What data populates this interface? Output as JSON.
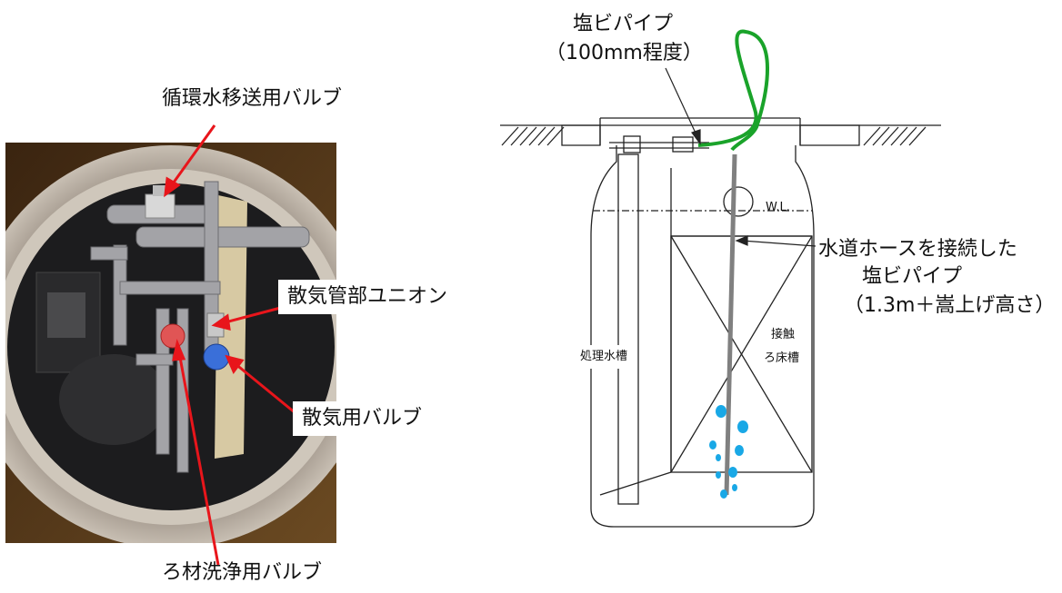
{
  "photo_labels": {
    "circulation_valve": "循環水移送用バルブ",
    "diffuser_union": "散気管部ユニオン",
    "aeration_valve": "散気用バルブ",
    "media_wash_valve": "ろ材洗浄用バルブ"
  },
  "diagram_labels": {
    "pvc_pipe_short": "塩ビパイプ",
    "pvc_pipe_short_size": "（100mm程度）",
    "hose_pipe_line1": "水道ホースを接続した",
    "hose_pipe_line2": "塩ビパイプ",
    "hose_pipe_size": "（1.3m＋嵩上げ高さ）",
    "water_level": "W.L.",
    "treated_tank": "処理水槽",
    "contact_tank_line1": "接触",
    "contact_tank_line2": "ろ床槽"
  },
  "colors": {
    "arrow_red": "#e8151b",
    "hose_green": "#1aa32a",
    "bubble_blue": "#19a8e6",
    "pipe_gray": "#808080",
    "line_black": "#222222"
  }
}
